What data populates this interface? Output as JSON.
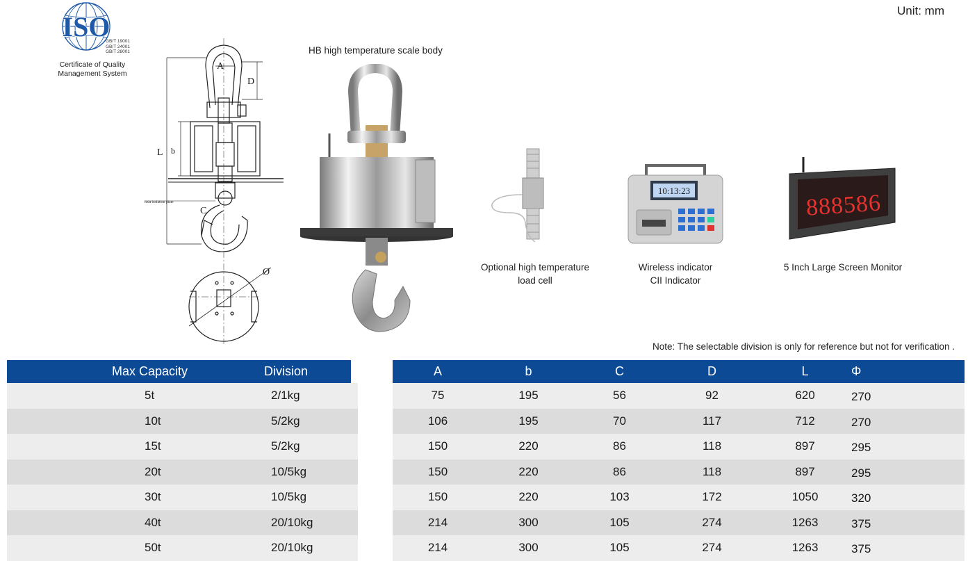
{
  "header": {
    "unit": "Unit: mm"
  },
  "iso": {
    "logo_text": "ISO",
    "standards": [
      "GB/T 19001",
      "GB/T 24001",
      "GB/T 28001"
    ],
    "caption_line1": "Certificate of Quality",
    "caption_line2": "Management System"
  },
  "drawing": {
    "labels": {
      "a": "A",
      "d": "D",
      "l": "L",
      "b": "b",
      "c": "C",
      "phi": "Ø",
      "plate": "heat isolation plate"
    }
  },
  "products": {
    "scale_body": "HB high temperature scale body",
    "load_cell_line1": "Optional high temperature",
    "load_cell_line2": "load cell",
    "wireless_line1": "Wireless indicator",
    "wireless_line2": "CII Indicator",
    "indicator_display": "10:13:23",
    "monitor": "5 Inch Large Screen Monitor",
    "monitor_display": "888586"
  },
  "note": "Note: The selectable division is only for reference but not for verification .",
  "colors": {
    "header_blue": "#0d4a96",
    "row_light": "#ededed",
    "row_dark": "#dcdcdc",
    "led_red": "#e8332f"
  },
  "table": {
    "headers": [
      "Max Capacity",
      "Division",
      "A",
      "b",
      "C",
      "D",
      "L",
      "Φ"
    ],
    "rows": [
      [
        "5t",
        "2/1kg",
        "75",
        "195",
        "56",
        "92",
        "620",
        "270"
      ],
      [
        "10t",
        "5/2kg",
        "106",
        "195",
        "70",
        "117",
        "712",
        "270"
      ],
      [
        "15t",
        "5/2kg",
        "150",
        "220",
        "86",
        "118",
        "897",
        "295"
      ],
      [
        "20t",
        "10/5kg",
        "150",
        "220",
        "86",
        "118",
        "897",
        "295"
      ],
      [
        "30t",
        "10/5kg",
        "150",
        "220",
        "103",
        "172",
        "1050",
        "320"
      ],
      [
        "40t",
        "20/10kg",
        "214",
        "300",
        "105",
        "274",
        "1263",
        "375"
      ],
      [
        "50t",
        "20/10kg",
        "214",
        "300",
        "105",
        "274",
        "1263",
        "375"
      ]
    ]
  }
}
